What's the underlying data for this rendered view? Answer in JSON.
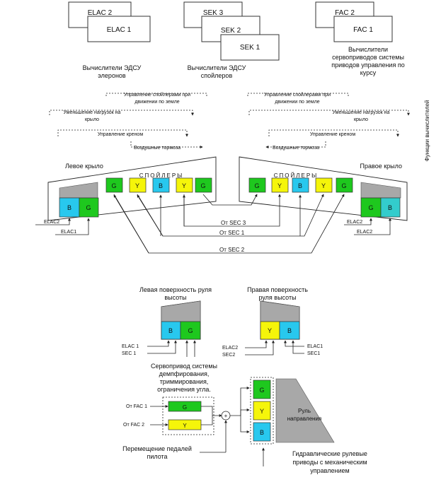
{
  "computers": {
    "elac": [
      "ELAC 2",
      "ELAC 1"
    ],
    "sek": [
      "SEK 3",
      "SEK 2",
      "SEK 1"
    ],
    "fac": [
      "FAC 2",
      "FAC 1"
    ]
  },
  "captions": {
    "elac": [
      "Вычислители ЭДСУ",
      "элеронов"
    ],
    "sek": [
      "Вычислители ЭДСУ",
      "спойлеров"
    ],
    "fac": [
      "Вычислители",
      "сервоприводов системы",
      "приводов управления по",
      "курсу"
    ]
  },
  "functions_side_label": "Функции вычислителей",
  "functions": {
    "spoilers_control": [
      "Управление спойлерами при",
      "движении по земле"
    ],
    "load_relief_left": [
      "Уменьшение нагрузок на",
      "крыло"
    ],
    "roll_left": "Управление креном",
    "air_brakes": "Воздушные тормоза",
    "spoilers_control_right": [
      "Управление спойлерами при",
      "движении по земле"
    ],
    "load_relief_right": [
      "Уменьшение нагрузок на",
      "крыло"
    ],
    "roll_right": "Управление креном",
    "air_brakes_right": "Воздушные тормоза"
  },
  "wings": {
    "left_title": "Левое крыло",
    "right_title": "Правое крыло",
    "spoilers_label": "СПОЙЛЕРЫ",
    "left_spoilers": [
      "G",
      "Y",
      "B",
      "Y",
      "G"
    ],
    "right_spoilers": [
      "G",
      "Y",
      "B",
      "Y",
      "G"
    ],
    "left_aileron": [
      "B",
      "G"
    ],
    "right_aileron": [
      "G",
      "B"
    ],
    "left_aileron_sources": [
      "ELAC2",
      "ELAC1"
    ],
    "right_aileron_sources": [
      "ELAC2",
      "ELAC2"
    ],
    "sec_lines": [
      "От SEC 3",
      "От SEC 1",
      "От SEC 2"
    ]
  },
  "elevators": {
    "left_title": [
      "Левая поверхность руля",
      "высоты"
    ],
    "right_title": [
      "Правая поверхность",
      "руля высоты"
    ],
    "left_boxes": [
      "B",
      "G"
    ],
    "right_boxes": [
      "Y",
      "B"
    ],
    "left_sources": [
      "ELAC 1",
      "SEC 1"
    ],
    "right_sources_left": [
      "ELAC2",
      "SEC2"
    ],
    "right_sources_right": [
      "ELAC1",
      "SEC1"
    ]
  },
  "rudder": {
    "servo_caption": [
      "Сервопривод системы",
      "демпфирования,",
      "триммирования,",
      "ограничения угла."
    ],
    "fac_inputs": [
      "От FAC 1",
      "От FAC 2"
    ],
    "servo_boxes": [
      "G",
      "Y"
    ],
    "actuators": [
      "G",
      "Y",
      "B"
    ],
    "surface_label": [
      "Руль",
      "направления"
    ],
    "pedals_caption": [
      "Перемещение педалей",
      "пилота"
    ],
    "hydraulic_caption": [
      "Гидравлические рулевые",
      "приводы с механическим",
      "управлением"
    ]
  },
  "colors": {
    "G": "#1ec81e",
    "Y": "#f5f50a",
    "B": "#28c8ee",
    "B_alt": "#33cccc",
    "shade": "#a8a8a8"
  }
}
